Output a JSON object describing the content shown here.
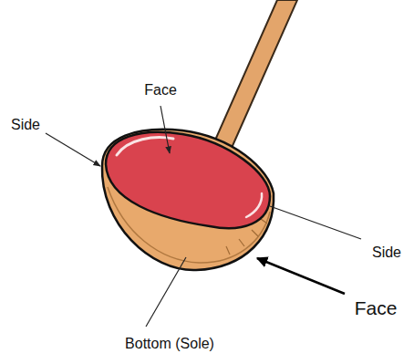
{
  "diagram": {
    "labels": [
      "Face",
      "Side",
      "Side",
      "Face",
      "Bottom (Sole)"
    ]
  }
}
